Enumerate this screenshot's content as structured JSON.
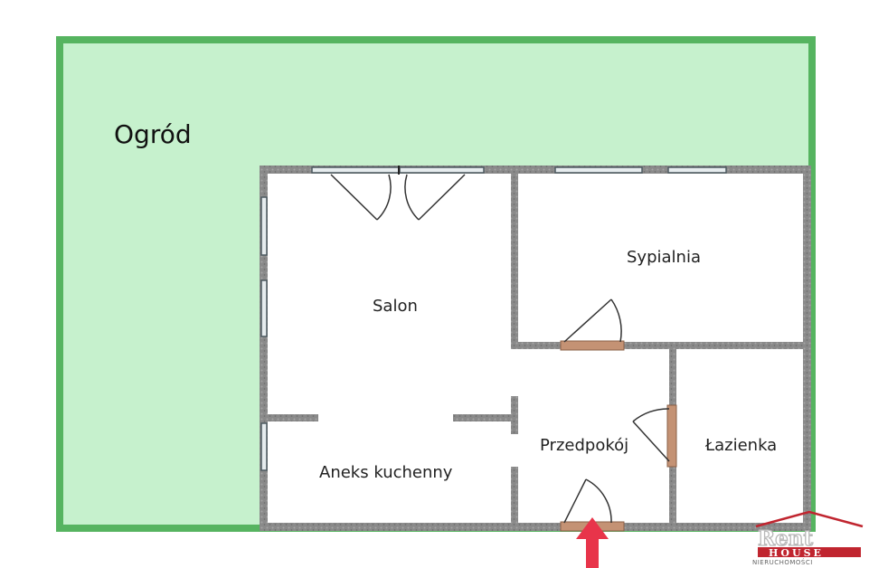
{
  "rooms": {
    "garden": "Ogród",
    "salon": "Salon",
    "bedroom": "Sypialnia",
    "kitchen": "Aneks kuchenny",
    "hallway": "Przedpokój",
    "bathroom": "Łazienka"
  },
  "logo": {
    "word1": "Rent",
    "word2": "HOUSE",
    "tagline": "NIERUCHOMOŚCI"
  },
  "colors": {
    "garden_fill": "#c6f1cd",
    "garden_border": "#56b460",
    "wall": "#8e8e8e",
    "door": "#c49274",
    "entrance_arrow": "#e8344a",
    "logo_red": "#c0252f"
  }
}
